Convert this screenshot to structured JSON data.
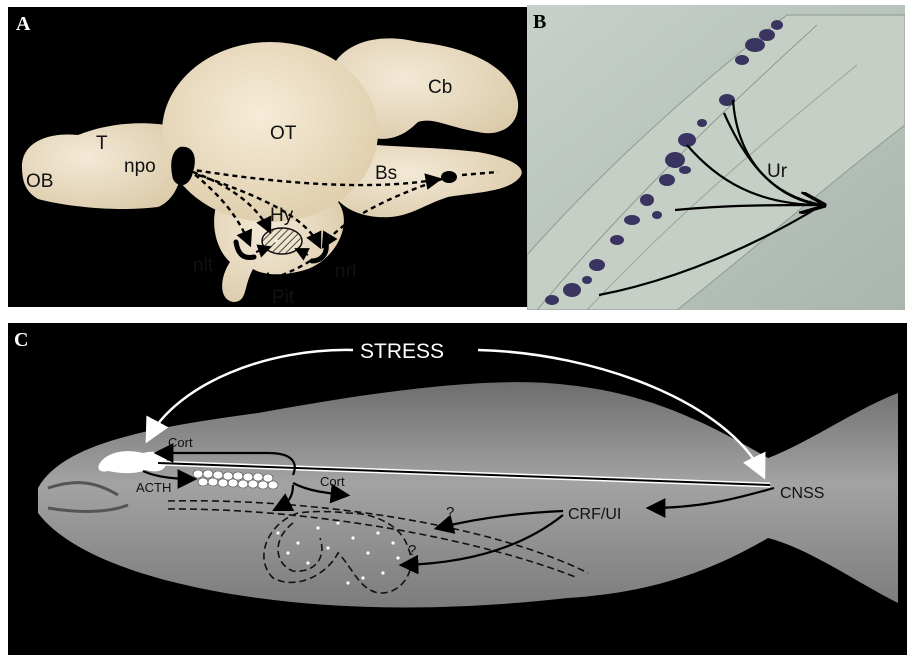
{
  "panels": {
    "a": {
      "letter": "A",
      "labels": {
        "ob": "OB",
        "t": "T",
        "npo": "npo",
        "ot": "OT",
        "cb": "Cb",
        "hy": "Hy",
        "bs": "Bs",
        "nlt": "nlt",
        "nrl": "nrl",
        "pit": "Pit"
      }
    },
    "b": {
      "letter": "B",
      "labels": {
        "ur": "Ur"
      }
    },
    "c": {
      "letter": "C",
      "labels": {
        "stress": "STRESS",
        "cort_top": "Cort",
        "acth": "ACTH",
        "cort_mid": "Cort",
        "cnss": "CNSS",
        "crf_ui": "CRF/UI",
        "q1": "?",
        "q2": "?"
      }
    }
  },
  "colors": {
    "panel_a_bg": "#000000",
    "brain": "#efe3cc",
    "panel_b_bg": "#b9c4bd",
    "stain": "#3a3460",
    "panel_c_bg": "#000000",
    "fish_body": "#8f8f8f"
  }
}
